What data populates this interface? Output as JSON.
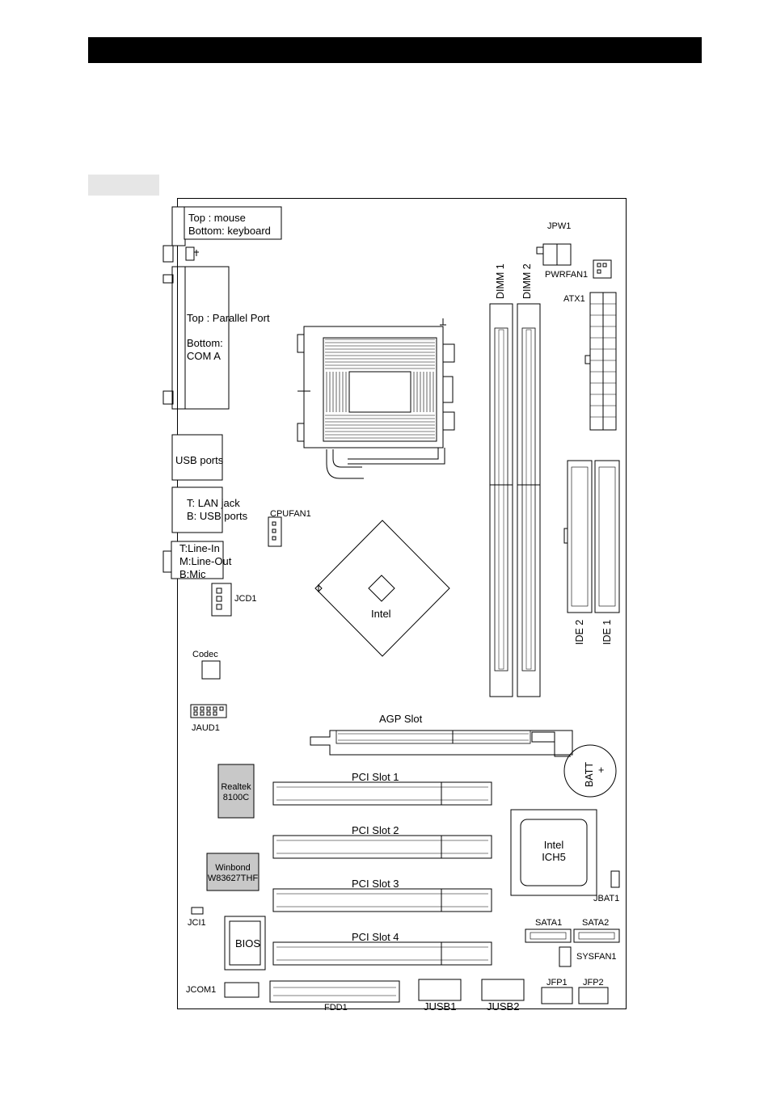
{
  "labels": {
    "ps2": "Top : mouse",
    "ps2_b": "Bottom: keyboard",
    "parallel": "Top : Parallel Port",
    "bottom": "Bottom:",
    "coma": "COM A",
    "usb_ports": "USB ports",
    "lan": "T:  LAN jack",
    "lan_usb": "B: USB ports",
    "line_in": "T:Line-In",
    "line_out": "M:Line-Out",
    "mic": "B:Mic",
    "jpw1": "JPW1",
    "pwrfan1": "PWRFAN1",
    "atx1": "ATX1",
    "dimm1": "DIMM 1",
    "dimm2": "DIMM 2",
    "cpufan1": "CPUFAN1",
    "jcd1": "JCD1",
    "intel_nb": "Intel",
    "ide2": "IDE 2",
    "ide1": "IDE 1",
    "codec": "Codec",
    "jaud1": "JAUD1",
    "agp": "AGP Slot",
    "batt": "BATT",
    "batt_plus": "+",
    "realtek_1": "Realtek",
    "realtek_2": "8100C",
    "pci1": "PCI Slot 1",
    "pci2": "PCI Slot 2",
    "pci3": "PCI Slot 3",
    "pci4": "PCI Slot 4",
    "ich5_1": "Intel",
    "ich5_2": "ICH5",
    "winbond_1": "Winbond",
    "winbond_2": "W83627THF",
    "jbat1": "JBAT1",
    "jci1": "JCI1",
    "bios": "BIOS",
    "sata1": "SATA1",
    "sata2": "SATA2",
    "sysfan1": "SYSFAN1",
    "jcom1": "JCOM1",
    "fdd1": "FDD1",
    "jusb1": "JUSB1",
    "jusb2": "JUSB2",
    "jfp1": "JFP1",
    "jfp2": "JFP2"
  },
  "colors": {
    "header_bar": "#000000",
    "tab_fill": "#e6e6e6",
    "chip_fill": "#c8c8c8",
    "line": "#000000"
  }
}
